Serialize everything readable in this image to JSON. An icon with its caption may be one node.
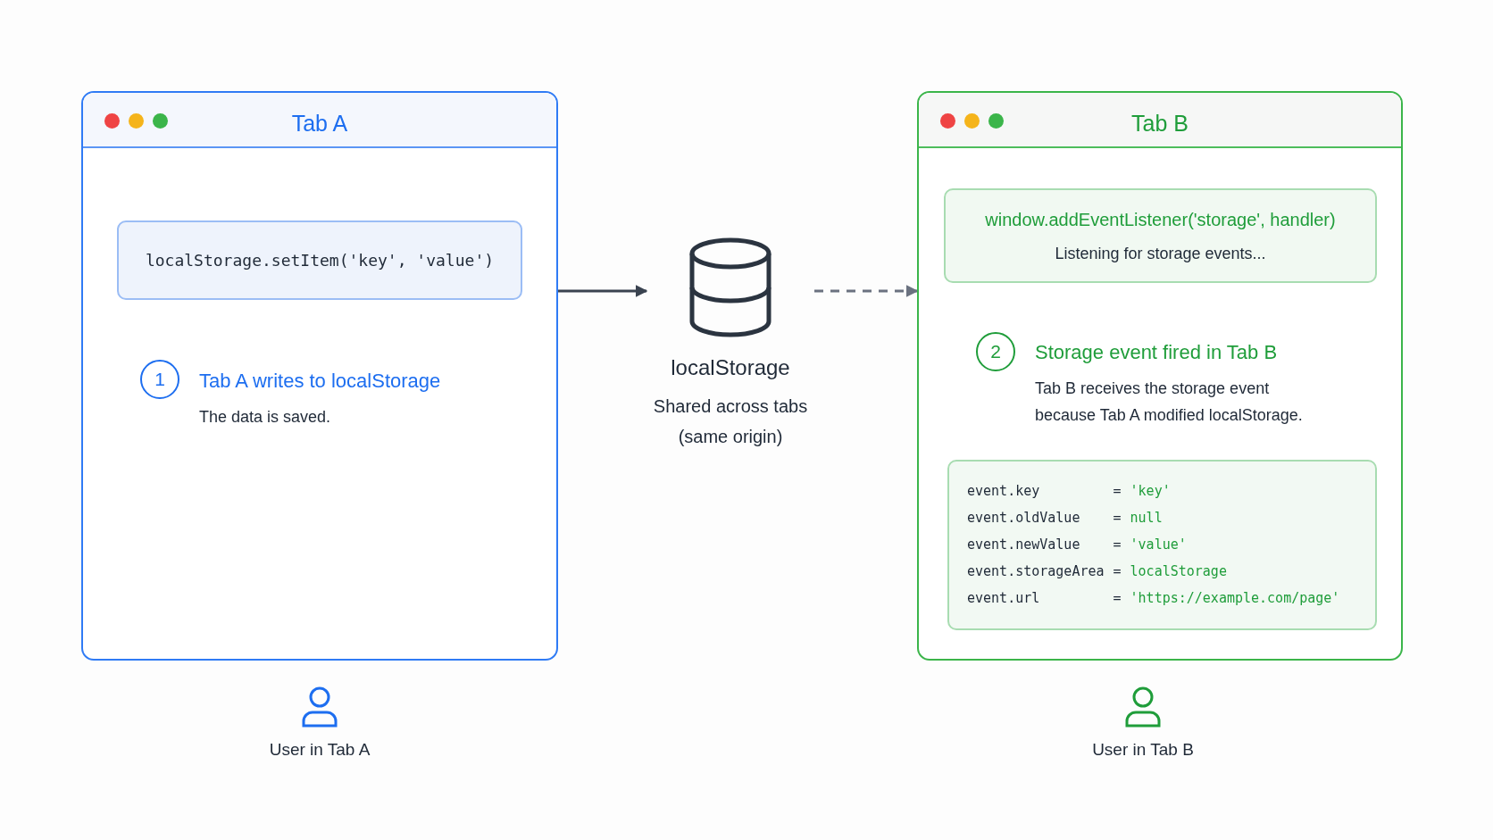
{
  "diagram": {
    "nodes": [
      {
        "text": [
          "Tab A"
        ]
      },
      {
        "text": [
          "localStorage.setItem('key', 'value')"
        ],
        "in": 0
      },
      {
        "text": [
          "1"
        ],
        "in": 0,
        "beside": [
          "Tab A writes to localStorage",
          "The data is saved."
        ]
      },
      {
        "text": [
          "localStorage",
          "Shared across tabs (same origin)"
        ]
      },
      {
        "text": [
          "Tab B"
        ]
      },
      {
        "text": [
          "window.addEventListener('storage', handler)",
          "Listening for storage events..."
        ],
        "in": 4
      },
      {
        "text": [
          "2"
        ],
        "in": 4,
        "beside": [
          "Storage event fired in Tab B",
          "Tab B receives the storage event because Tab A modified localStorage."
        ]
      },
      {
        "text": [
          "event.key",
          "=",
          "'key'",
          "event.oldValue",
          "=",
          "null",
          "event.newValue",
          "=",
          "'value'",
          "event.storageArea",
          "=",
          "localStorage",
          "event.url",
          "=",
          "'https://example.com/page'"
        ],
        "in": 4
      }
    ],
    "edges": [
      {
        "from": 0,
        "to": 3,
        "arrow": "to"
      },
      {
        "from": 3,
        "to": 4,
        "arrow": "to",
        "style": "dashed"
      }
    ],
    "labels": [
      "User in Tab A",
      "User in Tab B"
    ]
  }
}
